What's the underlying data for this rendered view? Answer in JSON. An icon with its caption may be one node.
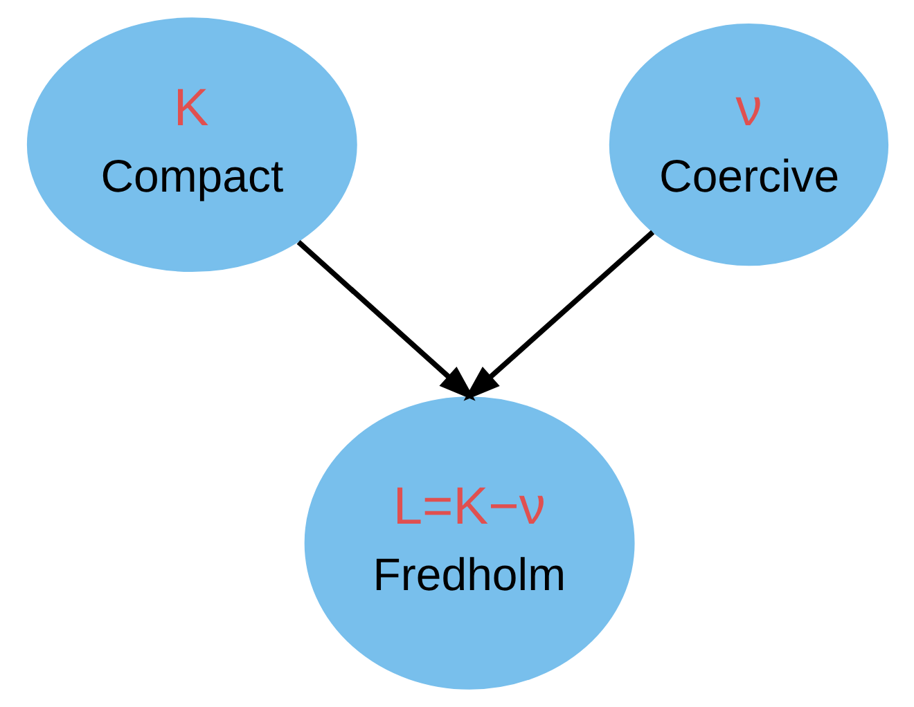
{
  "diagram": {
    "nodes": [
      {
        "text": [
          "K",
          "Compact"
        ]
      },
      {
        "text": [
          "ν",
          "Coercive"
        ]
      },
      {
        "text": [
          "L=K−ν",
          "Fredholm"
        ]
      }
    ],
    "edges": [
      {
        "from": 0,
        "to": 2,
        "arrow": "to"
      },
      {
        "from": 1,
        "to": 2,
        "arrow": "to"
      }
    ]
  }
}
